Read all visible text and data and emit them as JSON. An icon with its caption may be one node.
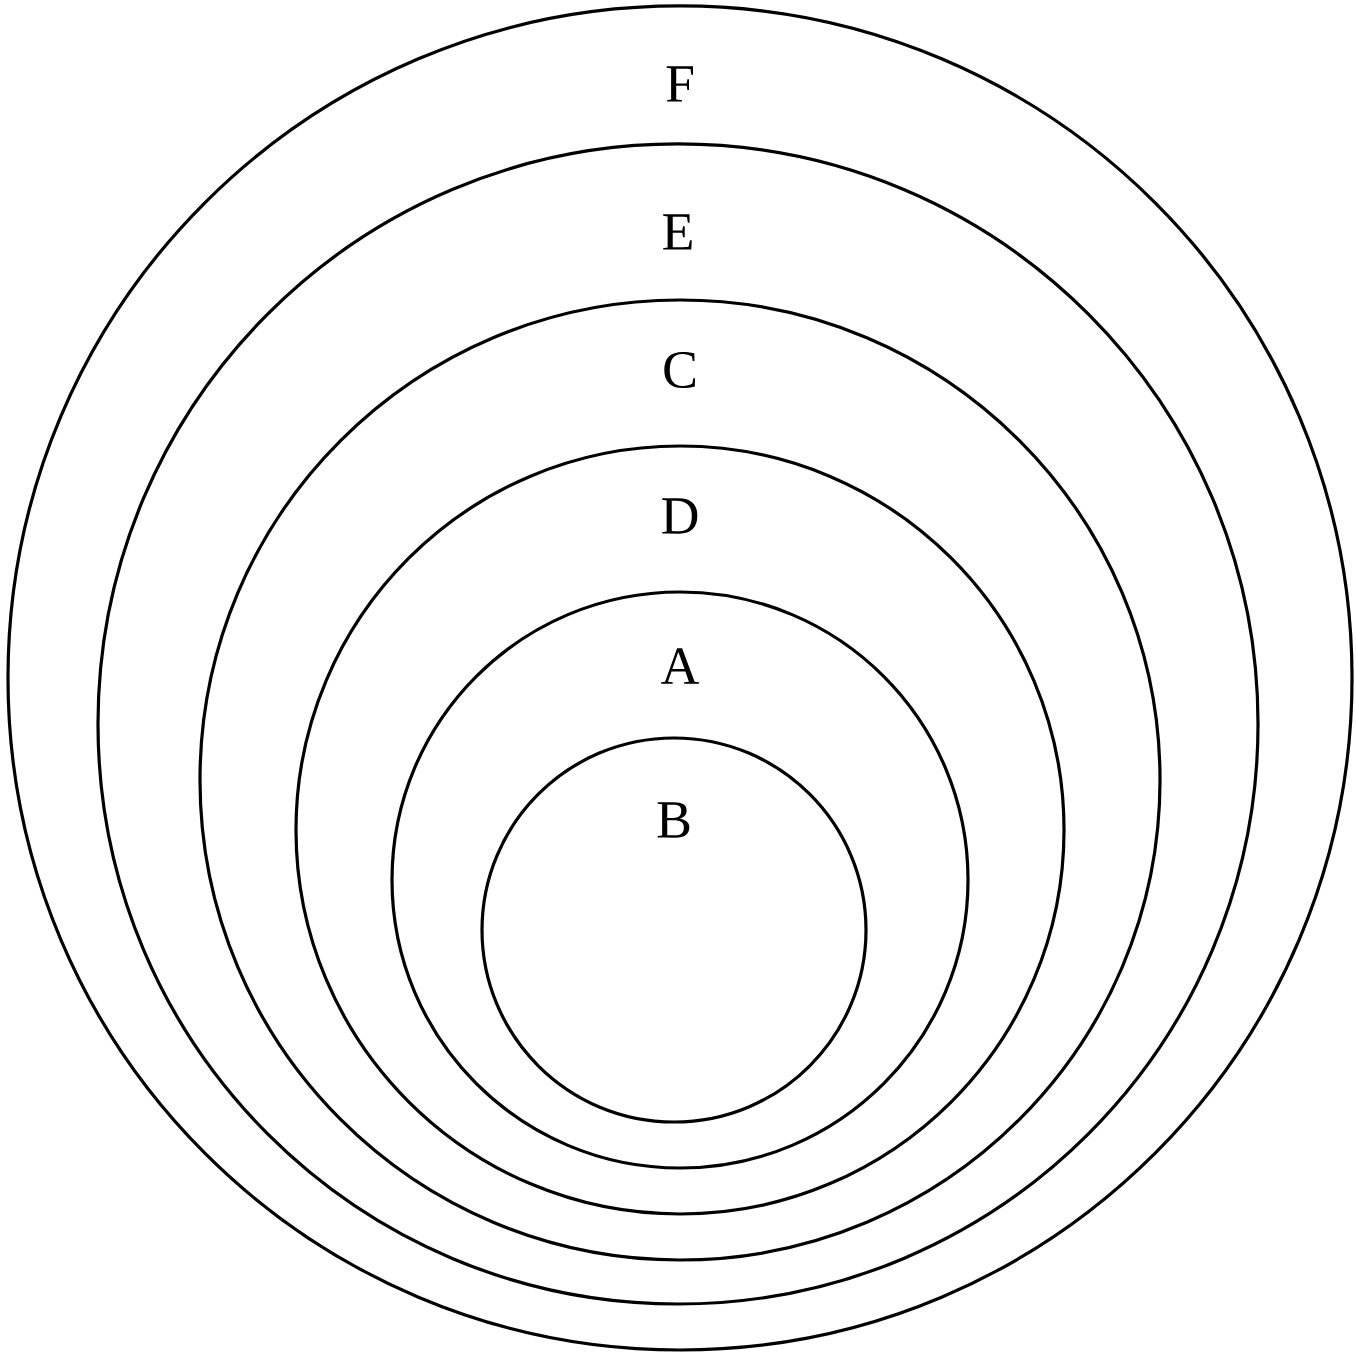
{
  "diagram": {
    "nodes": [
      {
        "text": [
          "F"
        ]
      },
      {
        "text": [
          "E"
        ],
        "in": 0
      },
      {
        "text": [
          "C"
        ],
        "in": 1
      },
      {
        "text": [
          "D"
        ],
        "in": 2
      },
      {
        "text": [
          "A"
        ],
        "in": 3
      },
      {
        "text": [
          "B"
        ],
        "in": 4
      }
    ]
  }
}
